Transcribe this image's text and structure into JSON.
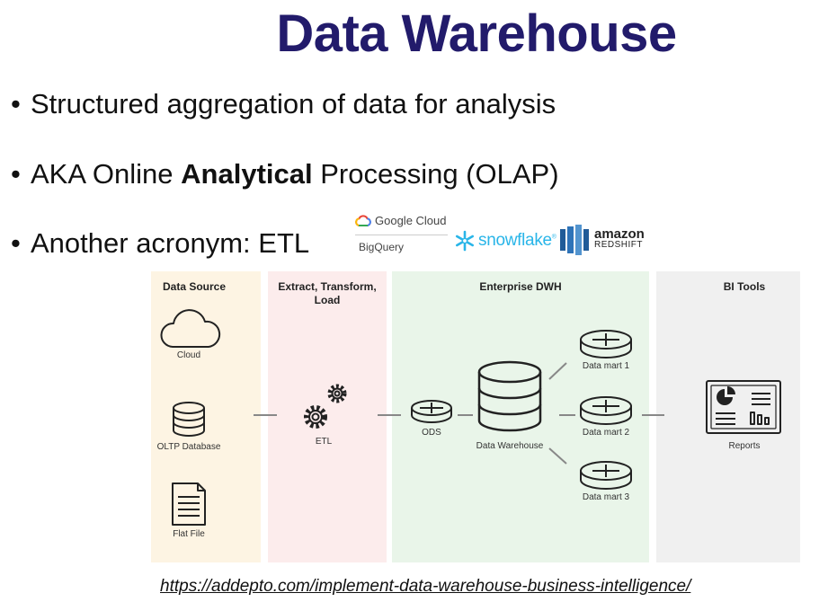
{
  "title": "Data Warehouse",
  "bullets": [
    {
      "pre": "Structured aggregation of data for analysis",
      "bold": "",
      "post": ""
    },
    {
      "pre": "AKA Online ",
      "bold": "Analytical",
      "post": " Processing (OLAP)"
    },
    {
      "pre": "Another acronym: ETL",
      "bold": "",
      "post": ""
    }
  ],
  "bullet_symbol": "•",
  "logos": {
    "google_cloud": "Google Cloud",
    "bigquery": "BigQuery",
    "snowflake": "snowflake",
    "snowflake_mark": "®",
    "amazon": "amazon",
    "redshift": "REDSHIFT"
  },
  "diagram": {
    "columns": {
      "data_source": "Data Source",
      "etl": "Extract, Transform, Load",
      "enterprise_dwh": "Enterprise DWH",
      "bi_tools": "BI Tools"
    },
    "nodes": {
      "cloud": "Cloud",
      "oltp_database": "OLTP Database",
      "flat_file": "Flat File",
      "etl": "ETL",
      "ods": "ODS",
      "data_warehouse": "Data Warehouse",
      "data_mart_1": "Data mart 1",
      "data_mart_2": "Data mart 2",
      "data_mart_3": "Data mart 3",
      "reports": "Reports"
    },
    "colors": {
      "data_source_bg": "#fdf4e3",
      "etl_bg": "#fcecec",
      "dwh_bg": "#e9f5e9",
      "bi_bg": "#f0f0f0",
      "icon_stroke": "#222222",
      "connector": "#888888"
    }
  },
  "colors": {
    "title": "#221b6b",
    "snowflake": "#29b5e8"
  },
  "source_url": "https://addepto.com/implement-data-warehouse-business-intelligence/"
}
